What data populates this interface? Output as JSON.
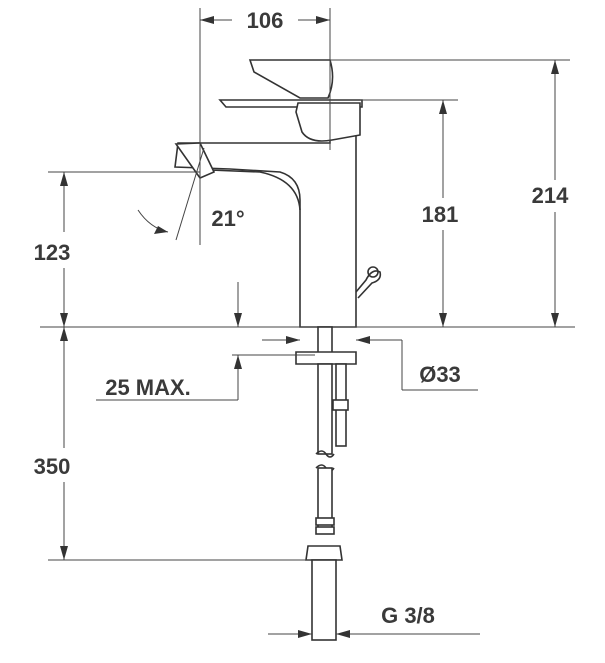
{
  "dimensions": {
    "spout_reach": "106",
    "total_height": "214",
    "spout_height": "181",
    "spout_angle": "21°",
    "outlet_height": "123",
    "max_deck_thickness": "25 MAX.",
    "base_diameter": "Ø33",
    "hose_length": "350",
    "connection_thread": "G 3/8"
  }
}
